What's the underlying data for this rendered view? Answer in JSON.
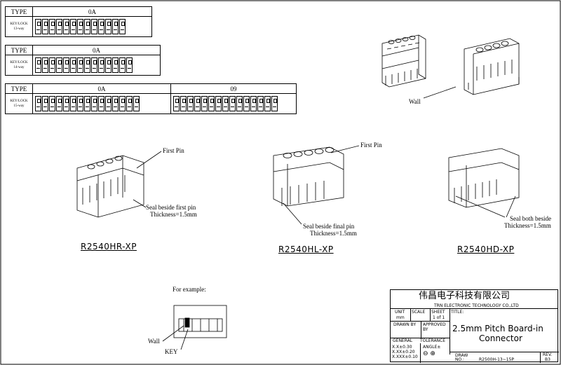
{
  "tables": [
    {
      "type_label": "TYPE",
      "keylock_label": "KEY/LOCK",
      "way": "13-way",
      "codes": [
        "0A"
      ]
    },
    {
      "type_label": "TYPE",
      "keylock_label": "KEY/LOCK",
      "way": "14-way",
      "codes": [
        "0A"
      ]
    },
    {
      "type_label": "TYPE",
      "keylock_label": "KEY/LOCK",
      "way": "15-way",
      "codes": [
        "0A",
        "09"
      ]
    }
  ],
  "callouts": {
    "wall_top": "Wall",
    "first_pin_1": "First Pin",
    "first_pin_2": "First Pin",
    "seal_first_1": "Seal beside first pin",
    "seal_first_2": "Thickness=1.5mm",
    "seal_final_1": "Seal beside final pin",
    "seal_final_2": "Thickness=1.5mm",
    "seal_both_1": "Seal both beside",
    "seal_both_2": "Thickness=1.5mm",
    "example": "For example:",
    "wall_bottom": "Wall",
    "key": "KEY"
  },
  "models": {
    "hr": "R2540HR-XP",
    "hl": "R2540HL-XP",
    "hd": "R2540HD-XP"
  },
  "title_block": {
    "company_cn": "伟昌电子科技有限公司",
    "company_en": "TRN ELECTRONIC TECHNOLOGY CO.,LTD",
    "unit_label": "UNIT",
    "unit_value": "mm",
    "scale_label": "SCALE",
    "sheet_label": "SHEET",
    "sheet_value": "1 of 1",
    "title_label": "TITLE:",
    "title_line1": "2.5mm Pitch Board-in",
    "title_line2": "Connector",
    "drawn_label": "DRAWN BY",
    "approved_label": "APPROVED BY",
    "general_label": "GENERAL",
    "tolerance_label": "TOLERANCE",
    "tol1": "X.X±0.30",
    "tol2": "X.XX±0.20",
    "tol3": "X.XXX±0.10",
    "angle_label": "ANGLE±",
    "draw_label": "DRAW",
    "no_label": "NO.:",
    "no_value": "R2500H-13~15P",
    "rev_label": "REV.",
    "rev_value": "B3"
  }
}
